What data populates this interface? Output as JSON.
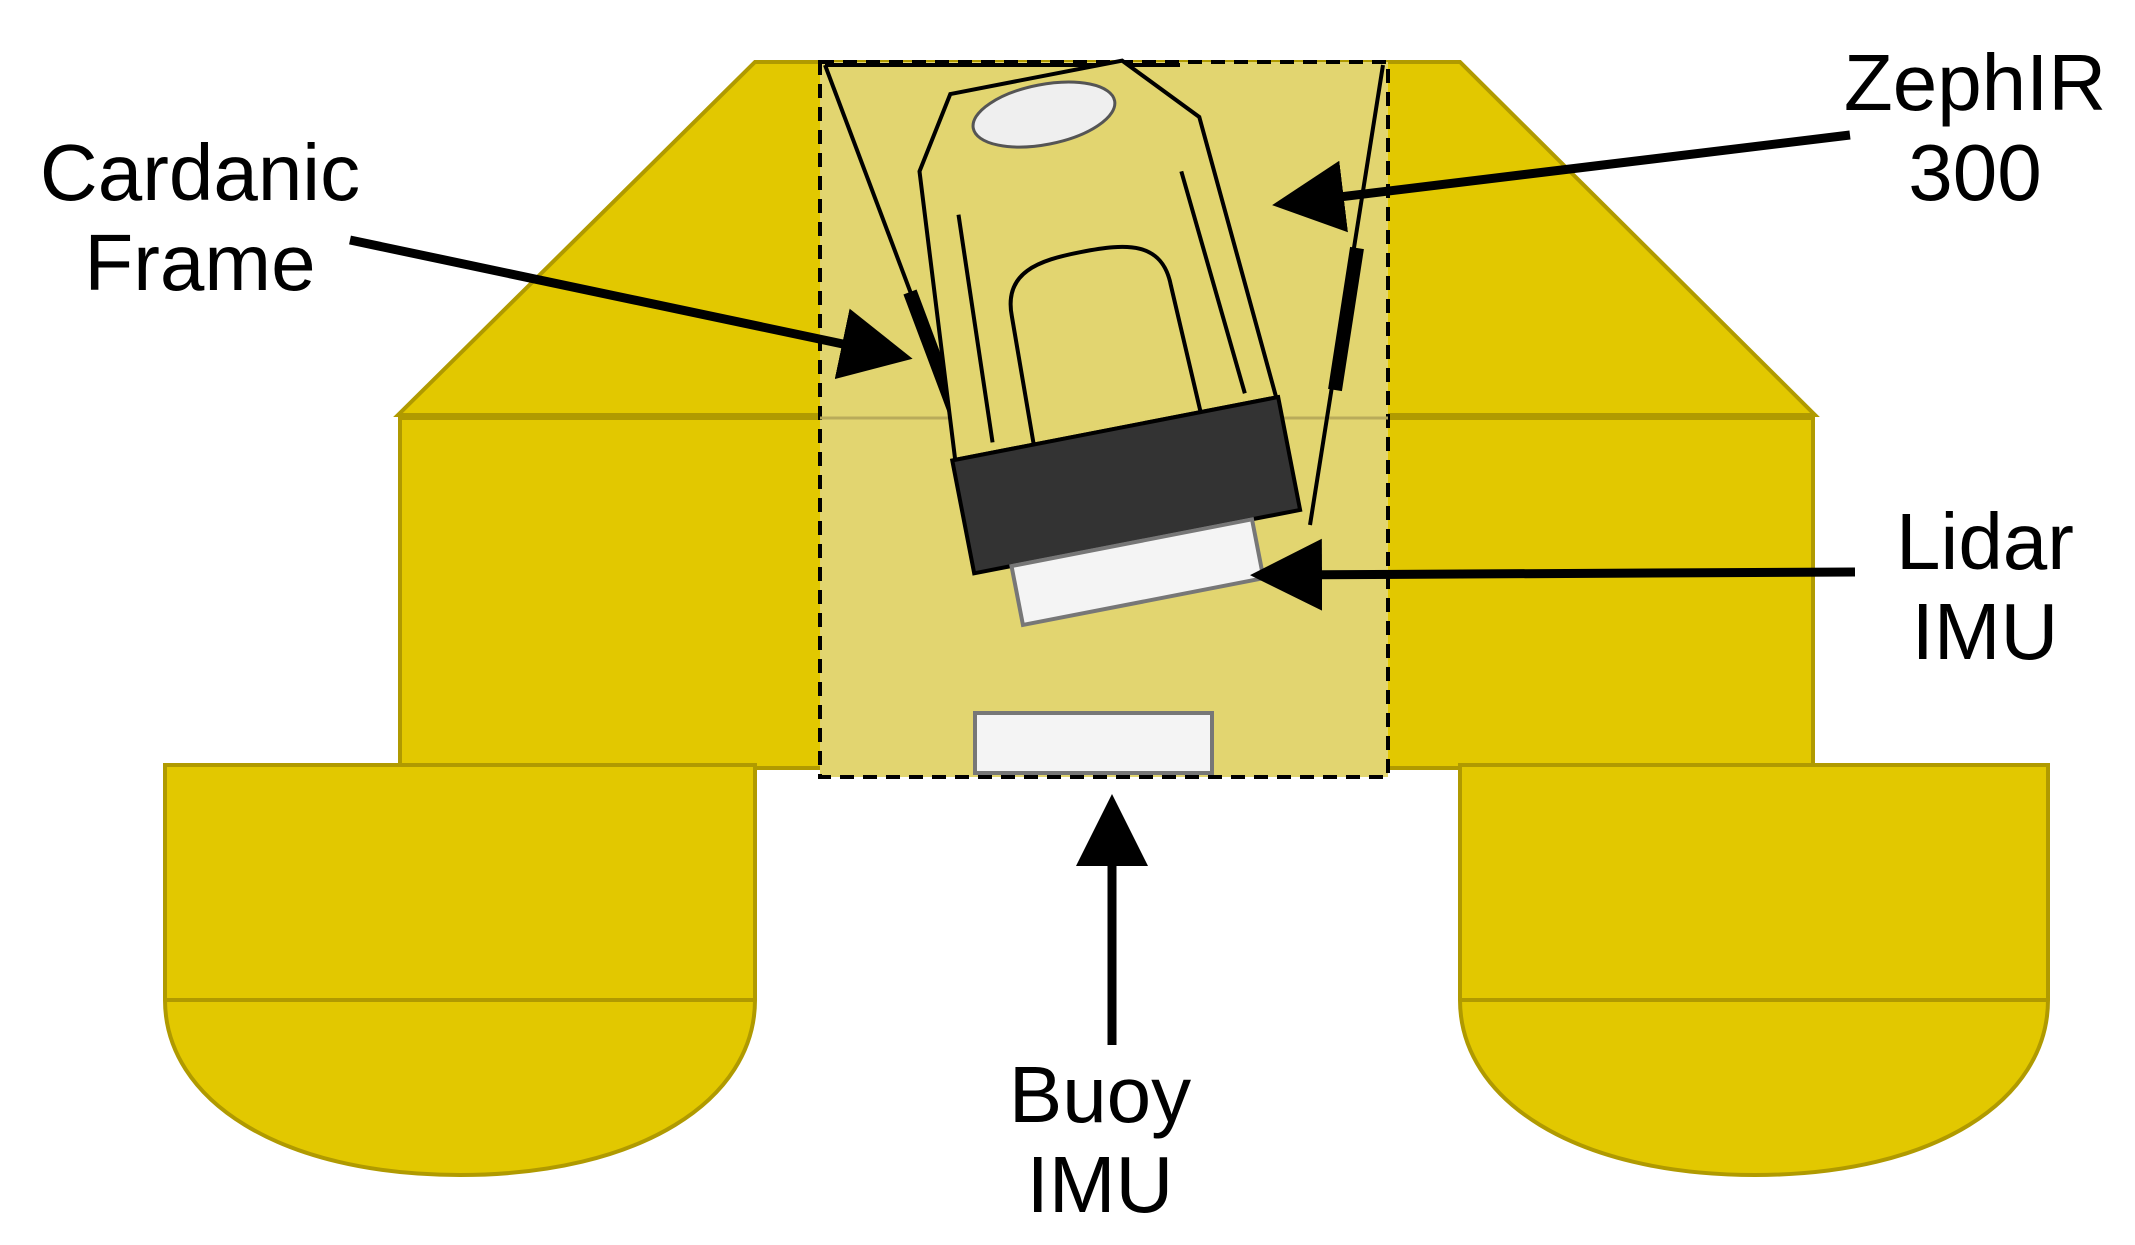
{
  "labels": {
    "cardanic_frame": [
      "Cardanic",
      "Frame"
    ],
    "zephir": [
      "ZephIR",
      "300"
    ],
    "lidar_imu": [
      "Lidar",
      "IMU"
    ],
    "buoy_imu": [
      "Buoy",
      "IMU"
    ]
  },
  "colors": {
    "buoy_fill": "#e2c800",
    "buoy_stroke": "#b09a00",
    "frame_area_fill": "#e2d570",
    "lidar_head": "#333333",
    "imu_fill": "#f4f4f4",
    "outline": "#000000"
  }
}
